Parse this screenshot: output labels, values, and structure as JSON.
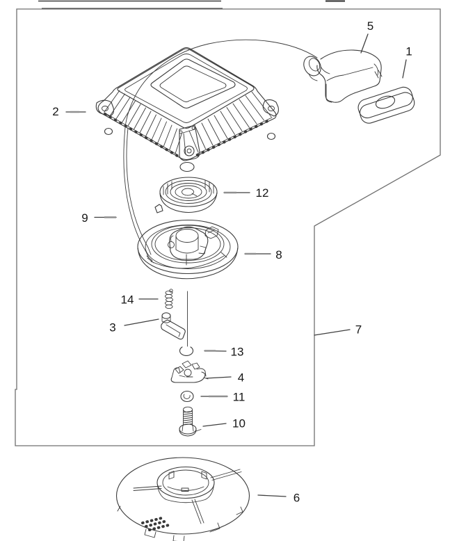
{
  "figure": {
    "type": "exploded-parts-diagram",
    "background_color": "#ffffff",
    "line_color": "#3a3a3a",
    "border_color": "#6f6f6f",
    "leader_color": "#3f3f3f",
    "label_color": "#161616",
    "labels": [
      {
        "text": "1"
      },
      {
        "text": "2"
      },
      {
        "text": "3"
      },
      {
        "text": "4"
      },
      {
        "text": "5"
      },
      {
        "text": "6"
      },
      {
        "text": "7"
      },
      {
        "text": "8"
      },
      {
        "text": "9"
      },
      {
        "text": "10"
      },
      {
        "text": "11"
      },
      {
        "text": "12"
      },
      {
        "text": "13"
      },
      {
        "text": "14"
      }
    ]
  }
}
